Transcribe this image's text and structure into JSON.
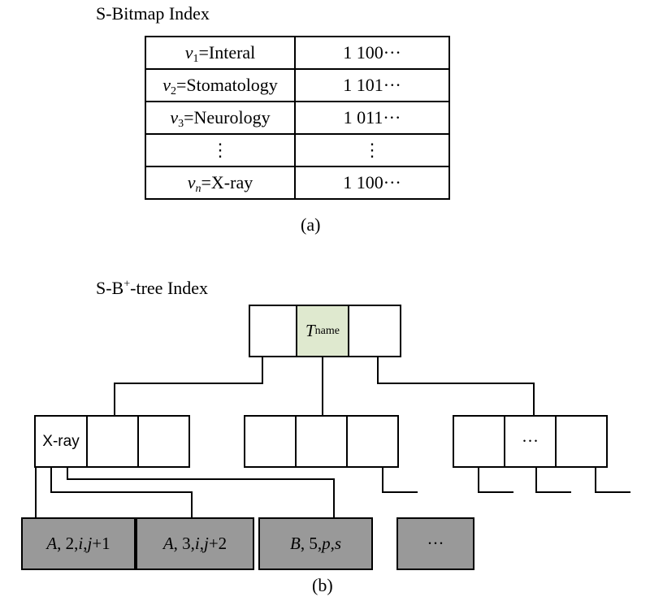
{
  "bitmap": {
    "title": "S-Bitmap Index",
    "rows": [
      {
        "var": "v",
        "sub": "1",
        "label": "=Interal",
        "bits": "1 100···"
      },
      {
        "var": "v",
        "sub": "2",
        "label": "=Stomatology",
        "bits": "1 101···"
      },
      {
        "var": "v",
        "sub": "3",
        "label": "=Neurology",
        "bits": "1 011···"
      },
      {
        "var": "",
        "sub": "",
        "label": "⋮",
        "bits": "⋮"
      },
      {
        "var": "v",
        "sub": "n",
        "label": "=X-ray",
        "bits": "1 100···"
      }
    ],
    "caption": "(a)"
  },
  "tree": {
    "title_prefix": "S-B",
    "title_sup": "+",
    "title_suffix": "-tree Index",
    "root_key": {
      "main": "T",
      "sub": "name"
    },
    "left_child_key": "X-ray",
    "right_child_key": "···",
    "leaves": [
      {
        "parts": [
          [
            "A",
            true
          ],
          [
            ", 2, ",
            false
          ],
          [
            "i",
            true
          ],
          [
            ", ",
            false
          ],
          [
            "j",
            true
          ],
          [
            "+1",
            false
          ]
        ]
      },
      {
        "parts": [
          [
            "A",
            true
          ],
          [
            ", 3, ",
            false
          ],
          [
            "i",
            true
          ],
          [
            ", ",
            false
          ],
          [
            "j",
            true
          ],
          [
            "+2",
            false
          ]
        ]
      },
      {
        "parts": [
          [
            "B",
            true
          ],
          [
            ", 5, ",
            false
          ],
          [
            "p",
            true
          ],
          [
            ", ",
            false
          ],
          [
            "s",
            true
          ]
        ]
      },
      {
        "parts": [
          [
            "···",
            false
          ]
        ]
      }
    ],
    "caption": "(b)",
    "colors": {
      "root_highlight": "#dfe9cf",
      "leaf_fill": "#999999"
    }
  }
}
